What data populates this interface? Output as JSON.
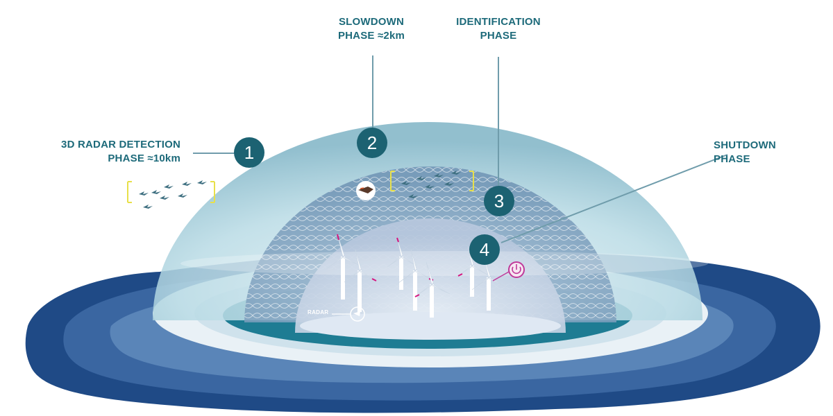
{
  "phases": [
    {
      "number": "1",
      "line1": "3D RADAR DETECTION",
      "line2": "PHASE ≈10km"
    },
    {
      "number": "2",
      "line1": "SLOWDOWN",
      "line2": "PHASE ≈2km"
    },
    {
      "number": "3",
      "line1": "IDENTIFICATION",
      "line2": "PHASE"
    },
    {
      "number": "4",
      "line1": "SHUTDOWN",
      "line2": "PHASE"
    }
  ],
  "radar_label": "RADAR",
  "colors": {
    "label_teal": "#1d6a7a",
    "marker_teal": "#1c6272",
    "sea_dark": "#1f4a86",
    "sea_mid": "#3f6ea8",
    "dome": "#9fcbd8",
    "bracket_yellow": "#e8e04a",
    "turbine_accent": "#d6147f",
    "power_icon": "#c0399a"
  },
  "icons": [
    "bird-flock-icon",
    "eagle-icon",
    "power-icon",
    "radar-icon",
    "wind-turbine-icon"
  ]
}
